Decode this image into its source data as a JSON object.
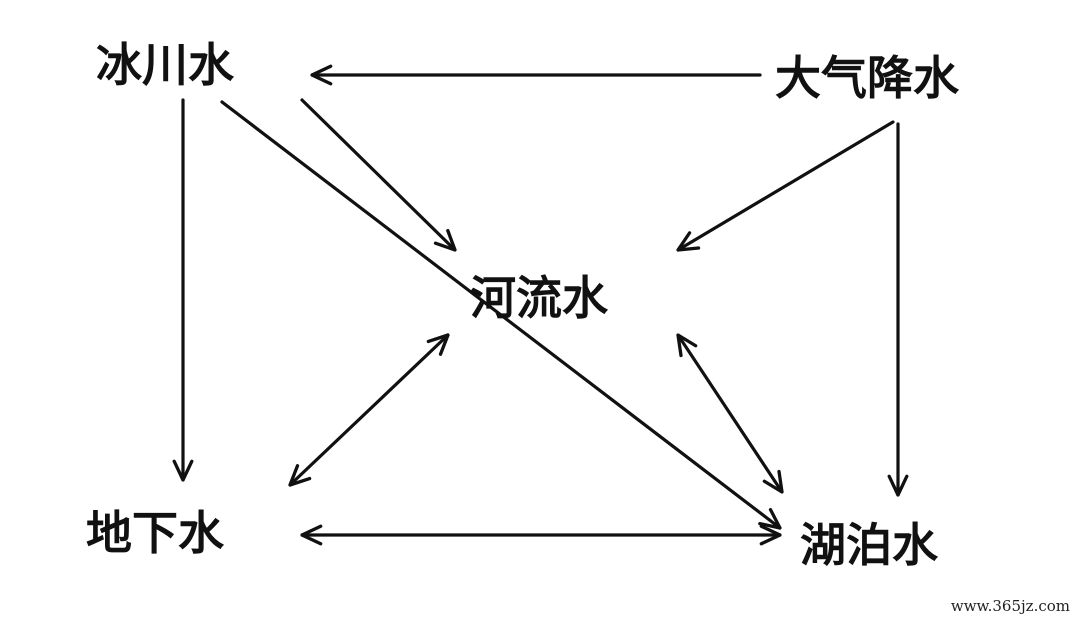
{
  "nodes": {
    "glacier": "冰川水",
    "precipitation": "大气降水",
    "river": "河流水",
    "groundwater": "地下水",
    "lake": "湖泊水"
  },
  "edges": [
    {
      "from": "precipitation",
      "to": "glacier",
      "direction": "one-way"
    },
    {
      "from": "glacier",
      "to": "river",
      "direction": "one-way"
    },
    {
      "from": "glacier",
      "to": "groundwater",
      "direction": "one-way"
    },
    {
      "from": "glacier",
      "to": "lake",
      "direction": "one-way"
    },
    {
      "from": "precipitation",
      "to": "river",
      "direction": "one-way"
    },
    {
      "from": "precipitation",
      "to": "lake",
      "direction": "one-way"
    },
    {
      "from": "river",
      "to": "groundwater",
      "direction": "two-way"
    },
    {
      "from": "river",
      "to": "lake",
      "direction": "two-way"
    },
    {
      "from": "groundwater",
      "to": "lake",
      "direction": "two-way"
    }
  ],
  "colors": {
    "line": "#111111",
    "text": "#111111",
    "background": "#ffffff"
  },
  "watermark": "www.365jz.com"
}
